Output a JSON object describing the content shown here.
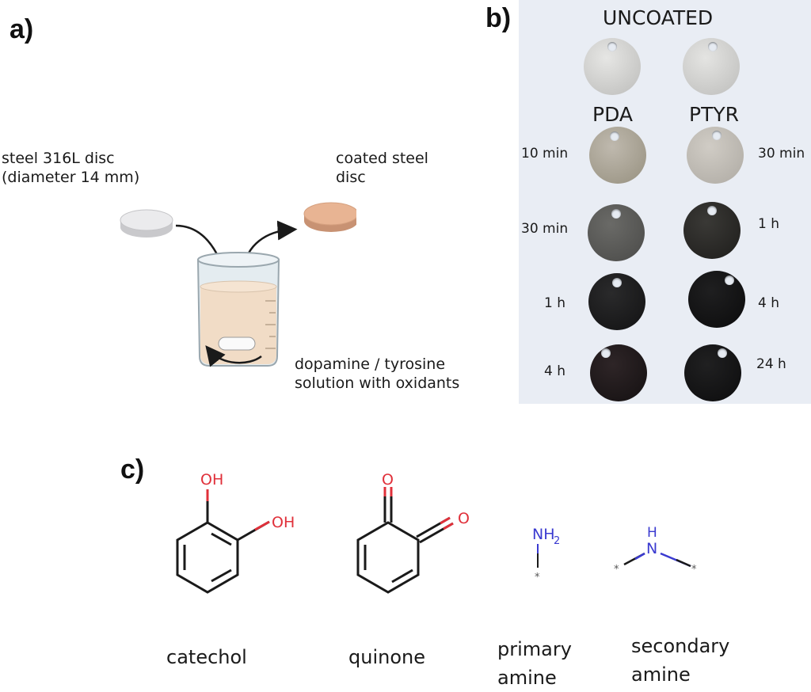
{
  "panels": {
    "a": "a)",
    "b": "b)",
    "c": "c)"
  },
  "panel_a": {
    "steel_disc_label_line1": "steel 316L disc",
    "steel_disc_label_line2": "(diameter 14 mm)",
    "coated_disc_label_line1": "coated steel",
    "coated_disc_label_line2": "disc",
    "solution_label_line1": "dopamine / tyrosine",
    "solution_label_line2": "solution with oxidants",
    "colors": {
      "steel": "#e4e4e6",
      "coated": "#e8b493",
      "solution": "#f1dcc6"
    }
  },
  "panel_b": {
    "header_uncoated": "UNCOATED",
    "col_left": "PDA",
    "col_right": "PTYR",
    "left_times": [
      "10 min",
      "30 min",
      "1 h",
      "4 h"
    ],
    "right_times": [
      "30 min",
      "1 h",
      "4 h",
      "24 h"
    ],
    "colors": {
      "uncoated": "#d3d3d1",
      "pda": [
        "#aaa49a",
        "#595957",
        "#1a1a1b",
        "#1c1718"
      ],
      "ptyr": [
        "#c2beb7",
        "#2b2a28",
        "#121213",
        "#131314"
      ]
    }
  },
  "panel_c": {
    "catechol": {
      "oh1": "OH",
      "oh2": "OH",
      "name": "catechol"
    },
    "quinone": {
      "o1": "O",
      "o2": "O",
      "name": "quinone"
    },
    "primary_amine": {
      "group": "NH",
      "sub": "2",
      "star": "*",
      "name_line1": "primary",
      "name_line2": "amine"
    },
    "secondary_amine": {
      "h": "H",
      "n": "N",
      "star_left": "*",
      "star_right": "*",
      "name_line1": "secondary",
      "name_line2": "amine"
    },
    "colors": {
      "oxygen": "#e0303a",
      "nitrogen": "#3a3ad0"
    }
  }
}
